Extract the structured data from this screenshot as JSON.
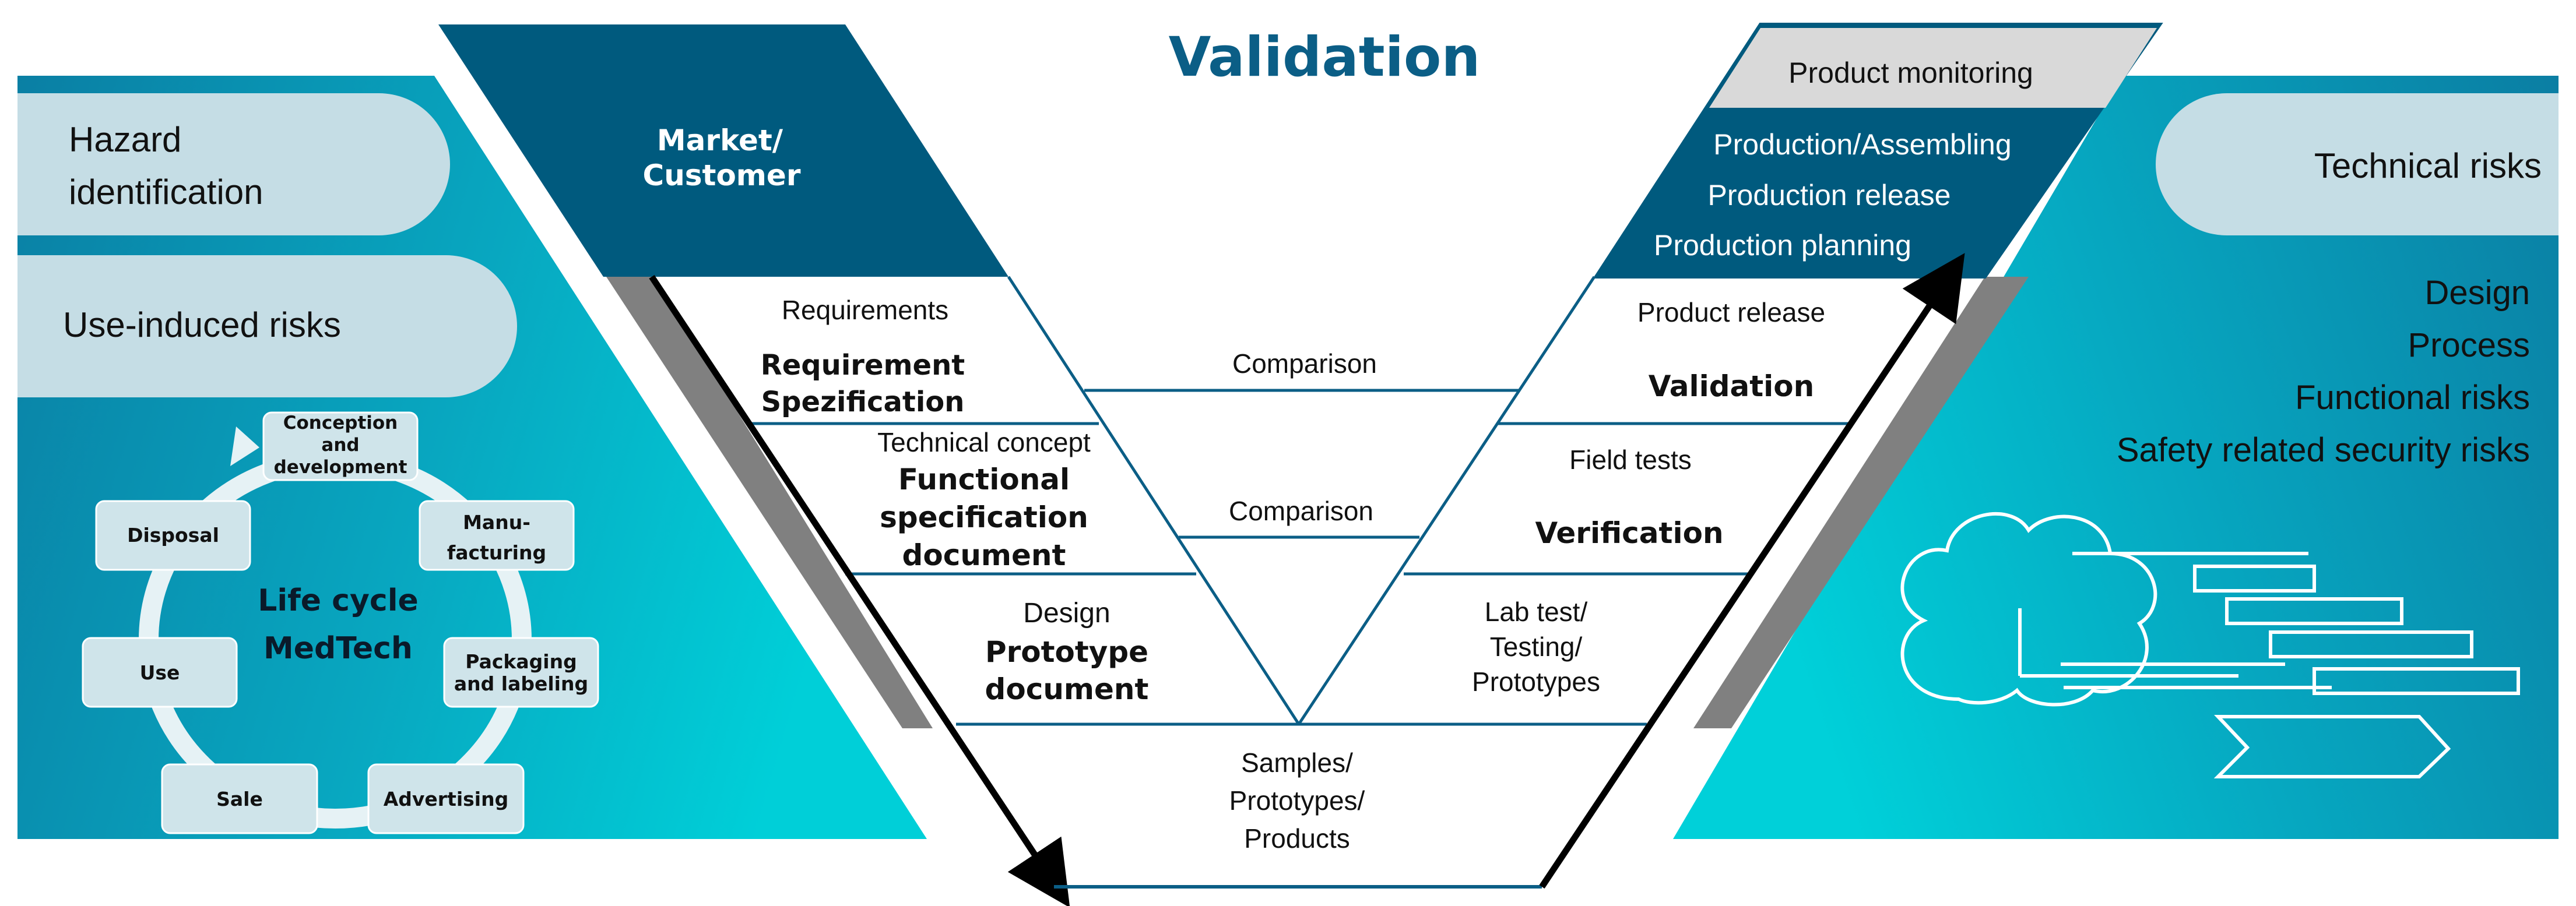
{
  "title": "Validation",
  "left_panel": {
    "labels": [
      "Hazard",
      "identification",
      "Use-induced risks"
    ],
    "lifecycle": {
      "center": [
        "Life cycle",
        "MedTech"
      ],
      "stages": [
        [
          "Conception",
          "and",
          "development"
        ],
        [
          "Manu-",
          "facturing"
        ],
        [
          "Packaging",
          "and labeling"
        ],
        [
          "Advertising"
        ],
        [
          "Sale"
        ],
        [
          "Use"
        ],
        [
          "Disposal"
        ]
      ]
    }
  },
  "left_arm": {
    "top_block": [
      "Market/",
      "Customer"
    ],
    "band1": [
      "Requirements",
      "Requirement",
      "Spezification"
    ],
    "band2": [
      "Technical concept",
      "Functional",
      "specification",
      "document"
    ],
    "band3": [
      "Design",
      "Prototype",
      "document"
    ]
  },
  "comparisons": [
    "Comparison",
    "Comparison"
  ],
  "bottom": [
    "Samples/",
    "Prototypes/",
    "Products"
  ],
  "right_arm": {
    "top_block": [
      "Product monitoring",
      "Production/Assembling",
      "Production release",
      "Production planning"
    ],
    "band1": [
      "Product release",
      "Validation"
    ],
    "band2": [
      "Field tests",
      "Verification"
    ],
    "band3": [
      "Lab test/",
      "Testing/",
      "Prototypes"
    ]
  },
  "right_panel": {
    "header": "Technical risks",
    "items": [
      "Design",
      "Process",
      "Functional risks",
      "Safety related security risks"
    ]
  },
  "colors": {
    "dark_blue": "#005a7e",
    "teal": "#00c4d4",
    "panel_pill": "#c5dde5",
    "gray_bar": "#808080",
    "title": "#0b5e86",
    "line": "#0b5e86"
  }
}
